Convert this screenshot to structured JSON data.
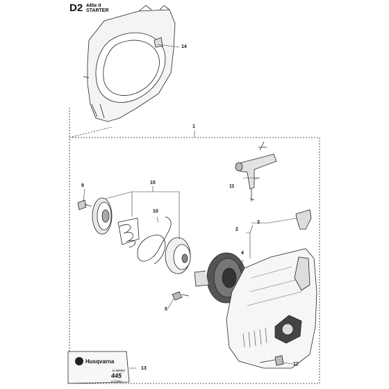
{
  "header": {
    "page_code": "D2",
    "model": "445e II",
    "section_title": "STARTER"
  },
  "callouts": {
    "c1": "1",
    "c2": "2",
    "c3": "3",
    "c4": "4",
    "c5": "5",
    "c9": "9",
    "c10": "10",
    "c11": "11",
    "c12": "12",
    "c13": "13",
    "c14": "14",
    "c15": "15"
  },
  "decal": {
    "brand": "Husqvarna",
    "model_text": "445",
    "sub_text": "e-series",
    "torq_text": "X-TORQ"
  }
}
